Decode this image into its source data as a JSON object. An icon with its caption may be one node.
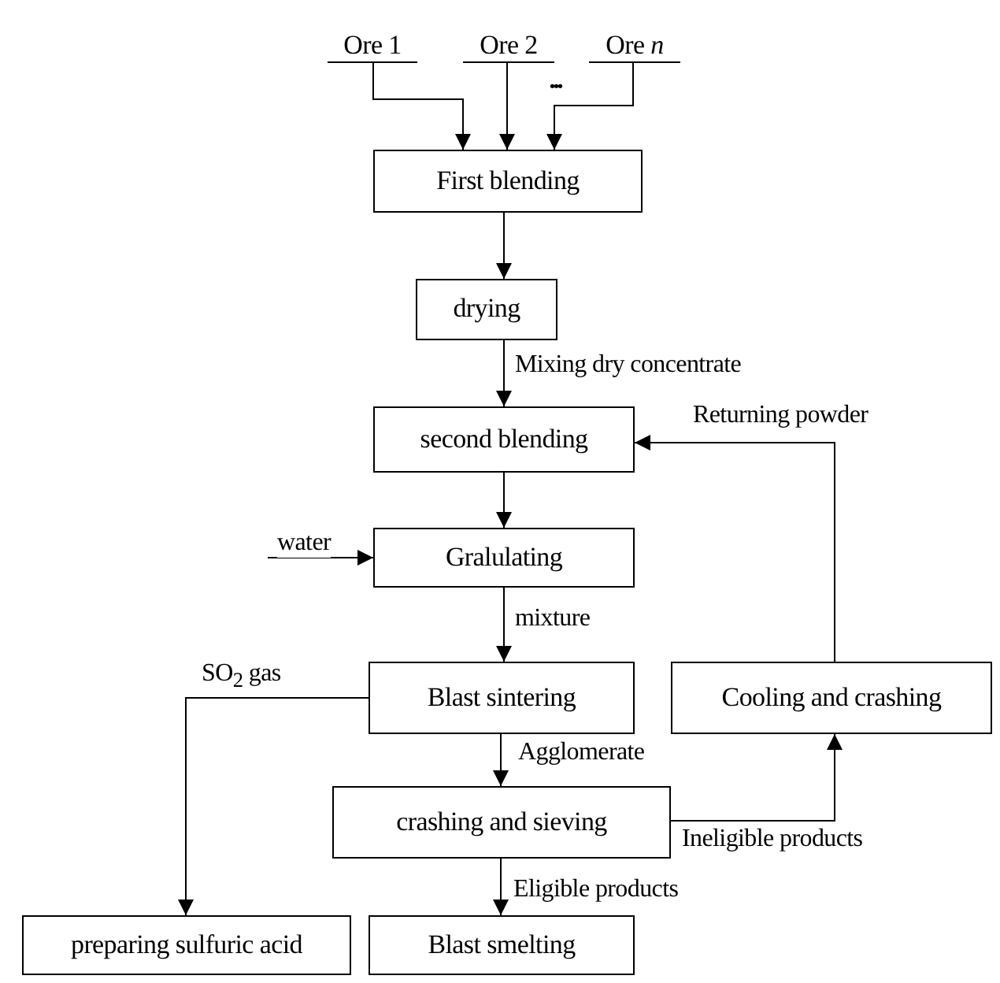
{
  "diagram": {
    "nodes": [
      {
        "text": [
          "Ore 1"
        ]
      },
      {
        "text": [
          "Ore 2"
        ]
      },
      {
        "text": [
          "Ore *n*"
        ]
      },
      {
        "text": [
          "First blending"
        ]
      },
      {
        "text": [
          "drying"
        ]
      },
      {
        "text": [
          "second blending"
        ]
      },
      {
        "text": [
          "Gralulating"
        ]
      },
      {
        "text": [
          "Blast sintering"
        ]
      },
      {
        "text": [
          "Cooling and crashing"
        ]
      },
      {
        "text": [
          "crashing and sieving"
        ]
      },
      {
        "text": [
          "preparing sulfuric acid"
        ]
      },
      {
        "text": [
          "Blast smelting"
        ]
      }
    ],
    "edges": [
      {
        "from": 0,
        "to": 3,
        "arrow": "to"
      },
      {
        "from": 1,
        "to": 3,
        "arrow": "to"
      },
      {
        "from": 2,
        "to": 3,
        "arrow": "to"
      },
      {
        "from": 3,
        "to": 4,
        "arrow": "to"
      },
      {
        "from": 4,
        "to": 5,
        "arrow": "to",
        "label": "Mixing  dry concentrate"
      },
      {
        "from": 8,
        "to": 5,
        "arrow": "to",
        "label": "Returning powder"
      },
      {
        "from": 5,
        "to": 6,
        "arrow": "to"
      },
      {
        "from": null,
        "to": 6,
        "arrow": "to",
        "label": "water"
      },
      {
        "from": 6,
        "to": 7,
        "arrow": "to",
        "label": "mixture"
      },
      {
        "from": 7,
        "to": 10,
        "arrow": "to",
        "label": "SO$_{2}$ gas"
      },
      {
        "from": 7,
        "to": 9,
        "arrow": "to",
        "label": "Agglomerate"
      },
      {
        "from": 9,
        "to": 8,
        "arrow": "to",
        "label": "Ineligible products"
      },
      {
        "from": 9,
        "to": 11,
        "arrow": "to",
        "label": "Eligible products"
      }
    ],
    "labels": [
      "•••"
    ]
  }
}
